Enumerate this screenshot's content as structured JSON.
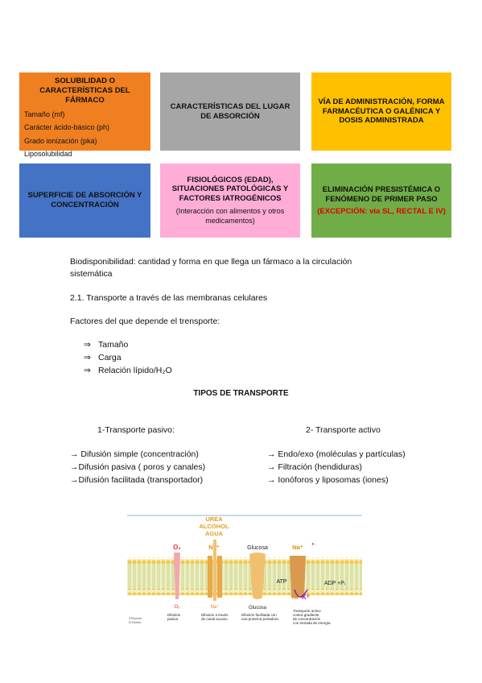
{
  "boxes": {
    "solubility": {
      "title": "SOLUBILIDAD O CARACTERÍSTICAS DEL FÁRMACO",
      "items": [
        "Tamaño (mf)",
        "Carácter ácido-básico (ph)",
        "Grado ionización (pka)",
        "Liposolubilidad"
      ]
    },
    "site": {
      "title": "CARACTERÍSTICAS DEL LUGAR DE ABSORCIÓN"
    },
    "route": {
      "title": "VÍA DE ADMINISTRACIÓN, FORMA FARMACÉUTICA O GALÉNICA Y DOSIS ADMINISTRADA"
    },
    "surface": {
      "title": "SUPERFICIE DE ABSORCIÓN Y CONCENTRACIÓN"
    },
    "physio": {
      "title": "FISIOLÓGICOS (EDAD), SITUACIONES PATOLÓGICAS Y FACTORES IATROGÉNICOS",
      "subtitle": "(Interacción con alimentos y otros medicamentos)"
    },
    "elimination": {
      "title": "ELIMINACIÓN PRESISTÉMICA O FENÓMENO DE PRIMER PASO",
      "exception": "(EXCEPCIÓN: vía SL, RECTAL E IV)"
    }
  },
  "text": {
    "bio_line1": "Biodisponibilidad: cantidad y forma en que llega un fármaco a la circulación",
    "bio_line2": "sistemática",
    "section": "2.1. Transporte a través de las membranas celulares",
    "factors_intro": "Factores del que depende el trensporte:",
    "factors": [
      "Tamaño",
      "Carga",
      "Relación lípido/H₂O"
    ],
    "arrow_glyph": "⇒",
    "types_heading": "TIPOS DE TRANSPORTE",
    "passive_heading": "1-Transporte pasivo:",
    "active_heading": "2- Transporte activo",
    "passive_items": [
      "→ Difusión simple (concentración)",
      "→Difusión pasiva ( poros y canales)",
      "→Difusión facilitada (transportador)"
    ],
    "active_items": [
      "→ Endo/exo (moléculas y partículas)",
      "→ Filtración (hendiduras)",
      "→ Ionóforos y liposomas (iones)"
    ]
  },
  "figure": {
    "top_labels": [
      "UREA",
      "ALCOHOL",
      "AGUA"
    ],
    "o2": "O₂",
    "na": "Na⁺",
    "glucose": "Glucosa",
    "atp": "ATP",
    "adp": "ADP +Pᵢ",
    "k": "K⁺",
    "o2_bottom": "O₂",
    "na_bottom": "Na⁺",
    "glucose_bottom": "Glucosa",
    "na_bottom2": "Na⁺",
    "captions": [
      [
        "Difusión",
        "pasiva"
      ],
      [
        "Difusión a través",
        "de canal acuoso"
      ],
      [
        "Difusión facilitada con",
        "una proteína portadora"
      ],
      [
        "Transporte activo",
        "contra gradiente",
        "de concentración",
        "con entrada de energía"
      ]
    ],
    "credit": [
      "©Elsevier.",
      "El Bolets"
    ]
  },
  "colors": {
    "orange": "#f07f21",
    "gray": "#a6a6a6",
    "yellow": "#ffc000",
    "blue": "#4472c4",
    "pink": "#ffadd6",
    "green": "#70ad47",
    "exception_red": "#e00000"
  }
}
